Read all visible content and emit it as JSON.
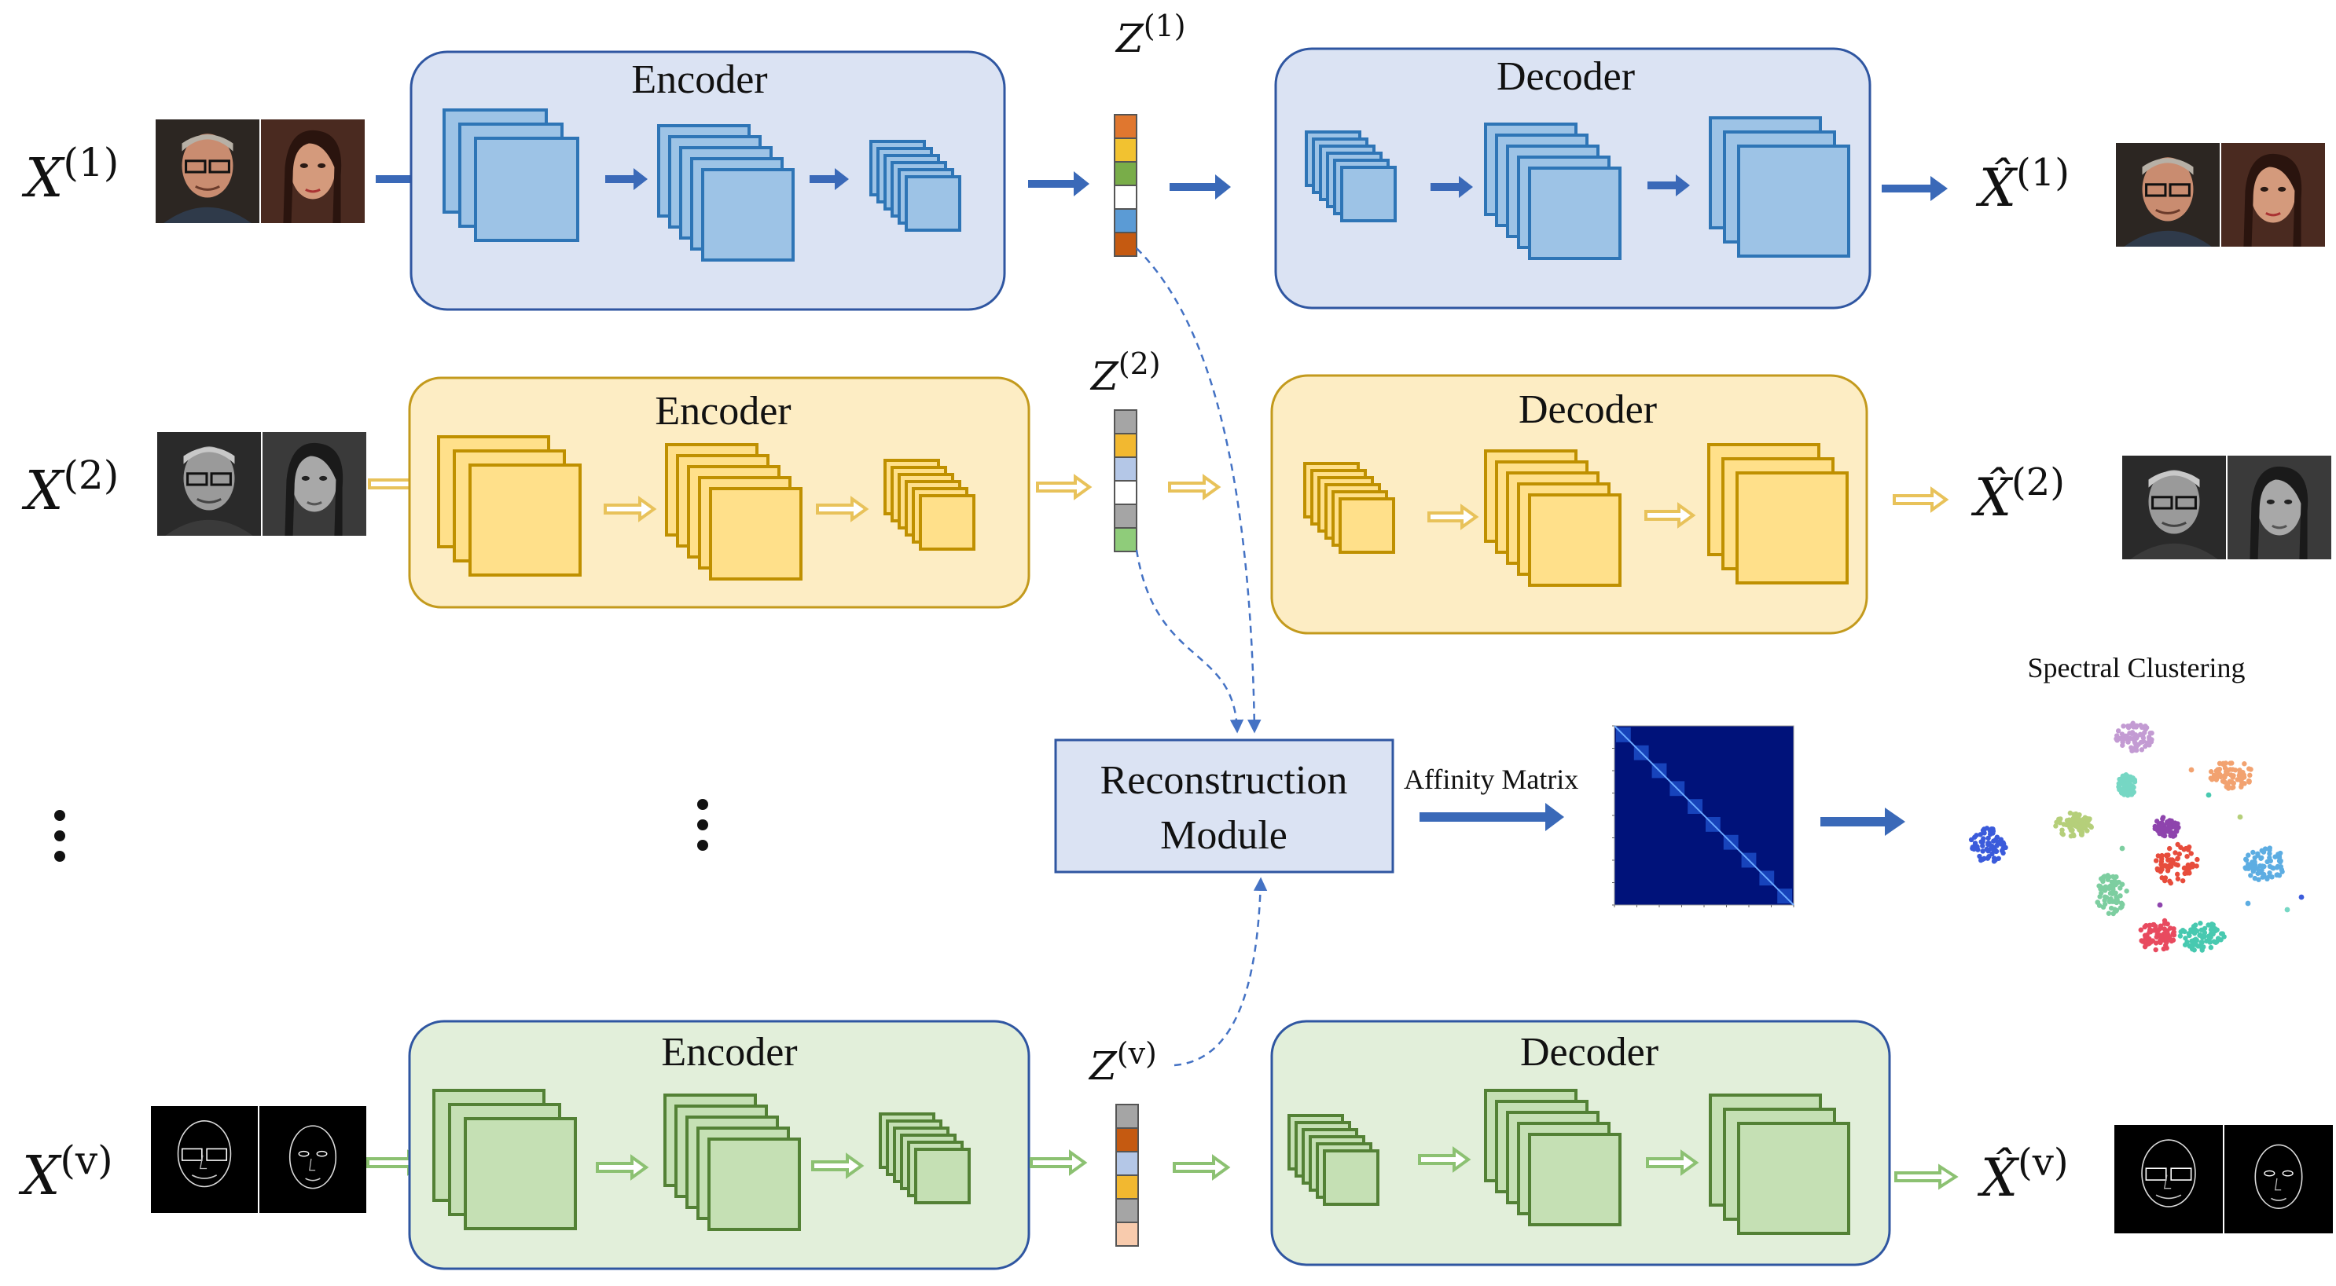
{
  "rows": [
    {
      "input_label": {
        "base": "X",
        "sup": "(1)"
      },
      "latent_label": {
        "base": "Z",
        "sup": "(1)"
      },
      "output_label": {
        "base": "X̂",
        "sup": "(1)"
      },
      "encoder_label": "Encoder",
      "decoder_label": "Decoder",
      "theme": "blue",
      "latent_colors": [
        "#e0772f",
        "#f2c230",
        "#79ad49",
        "#ffffff",
        "#5b9bd5",
        "#c55a11"
      ]
    },
    {
      "input_label": {
        "base": "X",
        "sup": "(2)"
      },
      "latent_label": {
        "base": "Z",
        "sup": "(2)"
      },
      "output_label": {
        "base": "X̂",
        "sup": "(2)"
      },
      "encoder_label": "Encoder",
      "decoder_label": "Decoder",
      "theme": "yellow",
      "latent_colors": [
        "#a5a5a5",
        "#f2b830",
        "#b4c7e7",
        "#ffffff",
        "#a5a5a5",
        "#8fcc7a"
      ]
    },
    {
      "input_label": {
        "base": "X",
        "sup": "(v)"
      },
      "latent_label": {
        "base": "Z",
        "sup": "(v)"
      },
      "output_label": {
        "base": "X̂",
        "sup": "(v)"
      },
      "encoder_label": "Encoder",
      "decoder_label": "Decoder",
      "theme": "green",
      "latent_colors": [
        "#a5a5a5",
        "#c55a11",
        "#b4c7e7",
        "#f2b830",
        "#a5a5a5",
        "#f8cbad"
      ]
    }
  ],
  "reconstruction_module": {
    "line1": "Reconstruction",
    "line2": "Module"
  },
  "affinity_matrix_label": "Affinity Matrix",
  "spectral_clustering_label": "Spectral Clustering",
  "themes": {
    "blue": {
      "fill": "#dbe3f3",
      "stroke": "#2f56a1",
      "cube_fill": "#9dc3e6",
      "cube_stroke": "#2e75b6",
      "arrow": "#3a69b8"
    },
    "yellow": {
      "fill": "#fdedc4",
      "stroke": "#c39a1d",
      "cube_fill": "#ffe08a",
      "cube_stroke": "#bf9000",
      "arrow": "#e8c25a"
    },
    "green": {
      "fill": "#e2efda",
      "stroke": "#2f56a1",
      "cube_fill": "#c5e0b4",
      "cube_stroke": "#538135",
      "arrow": "#8cc172"
    }
  },
  "affinity_colors": {
    "background": "#00127a",
    "diagonal": "#2a6cf0"
  },
  "cluster_colors": [
    "#f2a270",
    "#5dade2",
    "#e74c3c",
    "#48c9b0",
    "#7dcea0",
    "#c39bd3",
    "#b5cf7a",
    "#3b5bdb",
    "#e84a5f",
    "#8e44ad",
    "#76d7c4"
  ]
}
